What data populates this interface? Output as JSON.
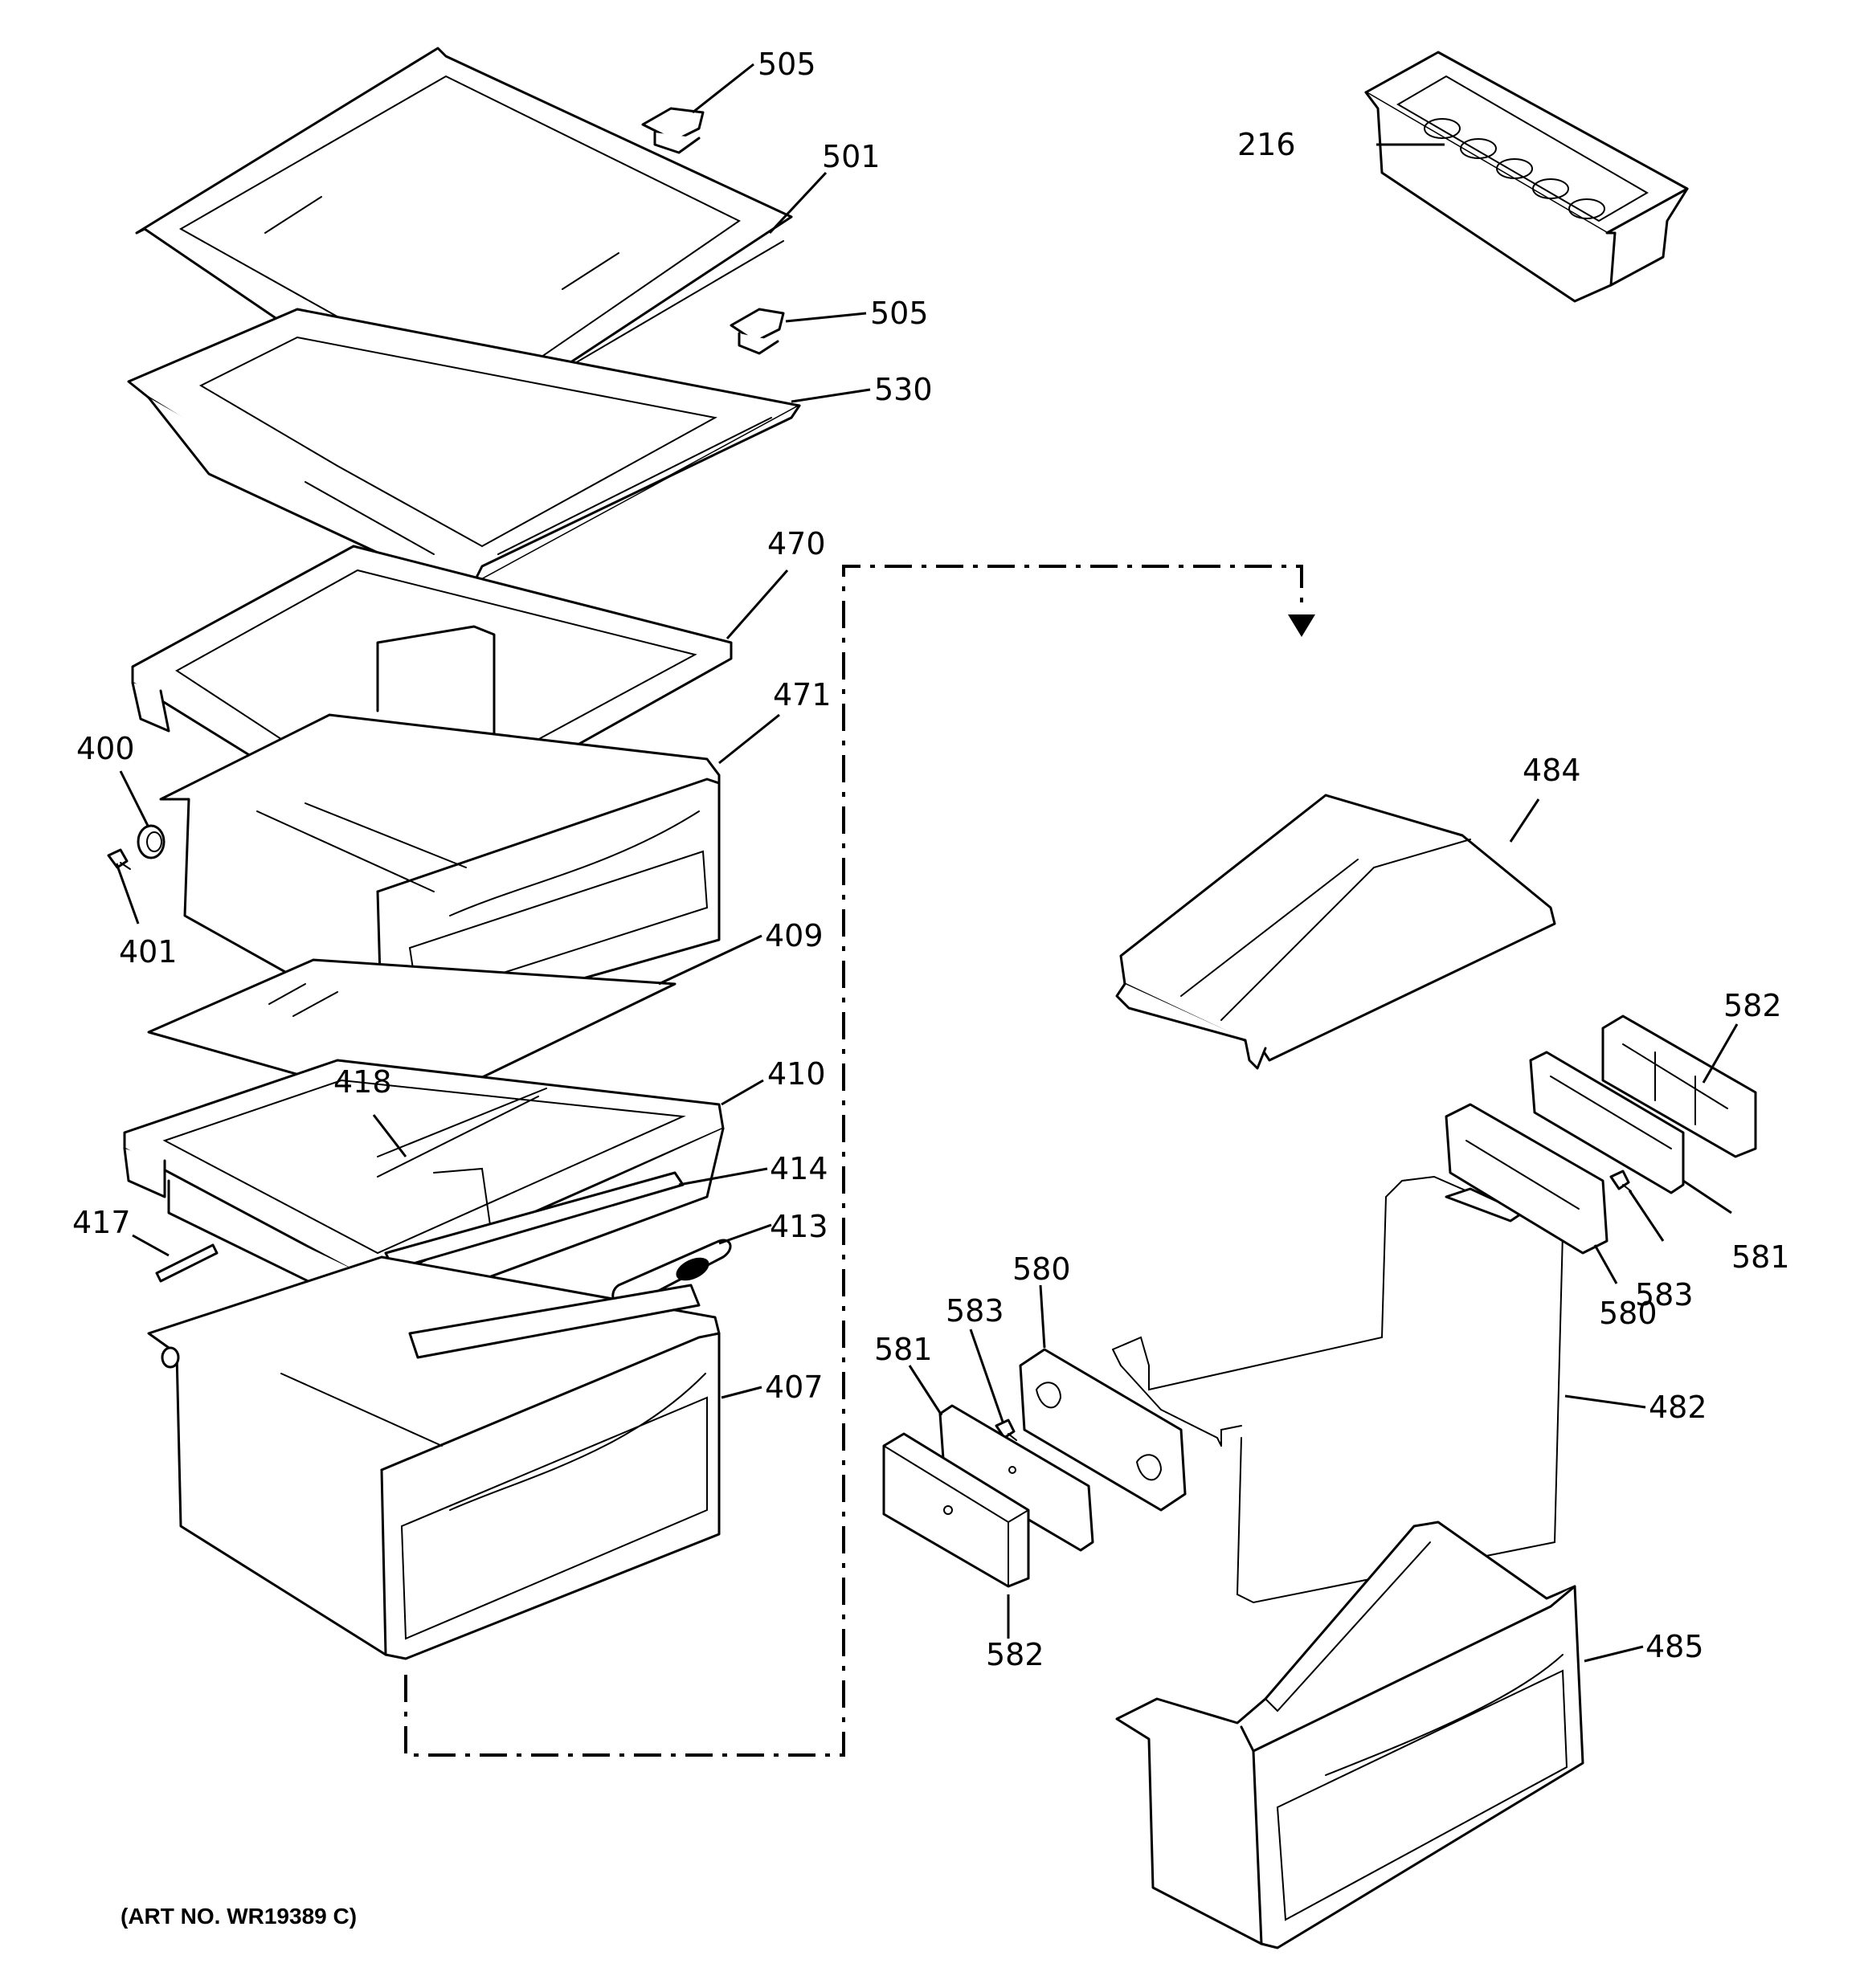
{
  "art_number": "(ART NO. WR19389 C)",
  "labels": {
    "p216": "216",
    "p505a": "505",
    "p501": "501",
    "p505b": "505",
    "p530": "530",
    "p470": "470",
    "p471": "471",
    "p400": "400",
    "p401": "401",
    "p409": "409",
    "p418": "418",
    "p410": "410",
    "p414": "414",
    "p417": "417",
    "p413": "413",
    "p407": "407",
    "p484": "484",
    "p582a": "582",
    "p581a": "581",
    "p583a": "583",
    "p580a": "580",
    "p482": "482",
    "p580b": "580",
    "p583b": "583",
    "p581b": "581",
    "p582b": "582",
    "p485": "485"
  }
}
